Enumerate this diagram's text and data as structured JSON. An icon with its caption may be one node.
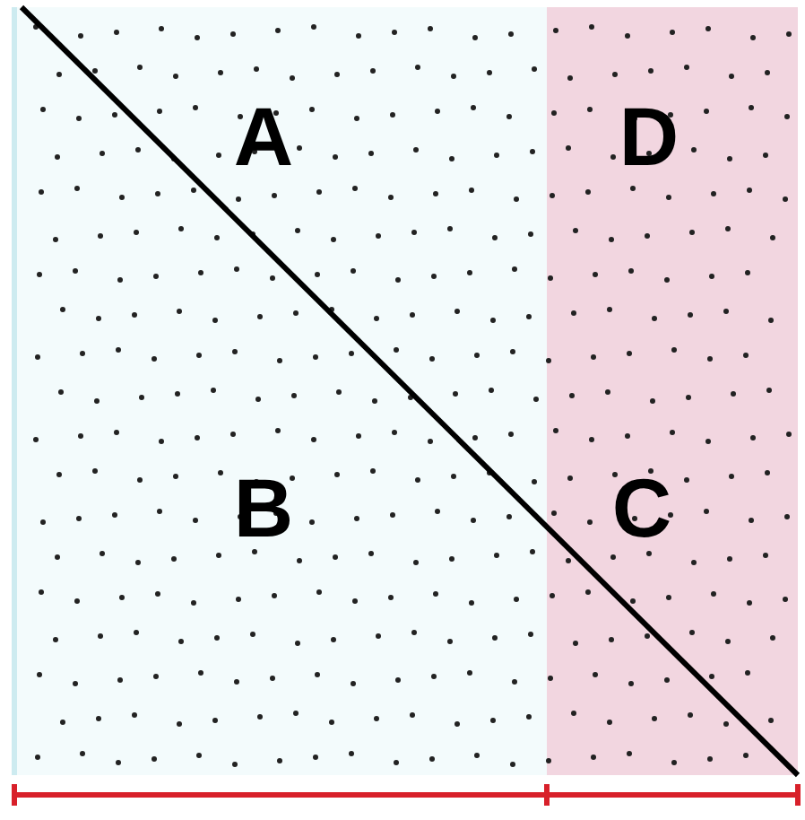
{
  "diagram": {
    "labels": [
      "A",
      "D",
      "B",
      "C"
    ]
  }
}
